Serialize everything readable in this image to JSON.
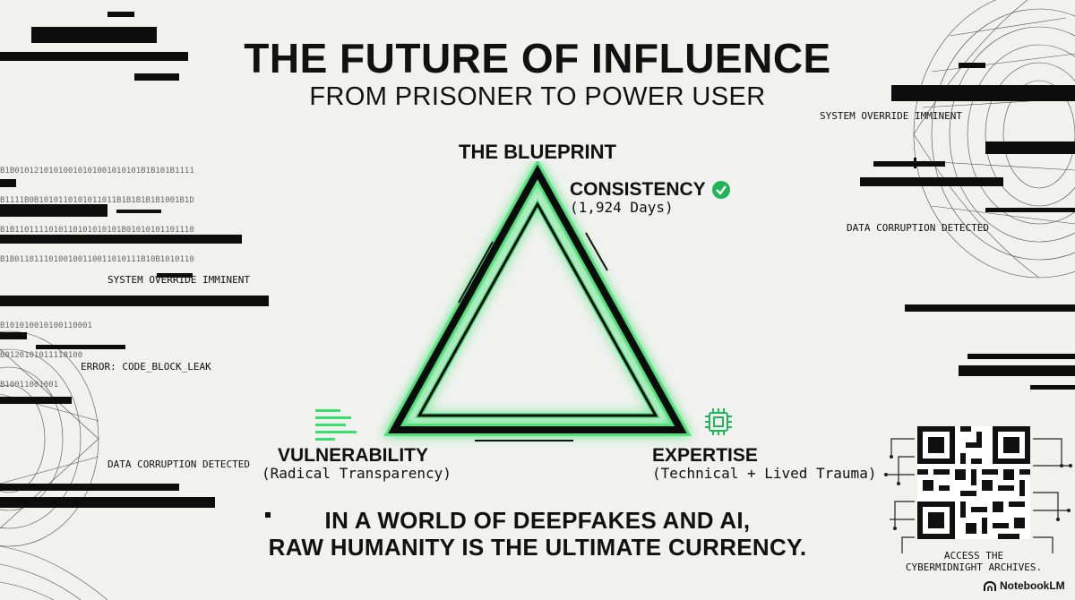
{
  "title": "THE FUTURE OF INFLUENCE",
  "subtitle": "FROM PRISONER TO POWER USER",
  "blueprint": "THE BLUEPRINT",
  "pillars": {
    "consistency": {
      "label": "CONSISTENCY",
      "detail": "(1,924 Days)"
    },
    "vulnerability": {
      "label": "VULNERABILITY",
      "detail": "(Radical Transparency)"
    },
    "expertise": {
      "label": "EXPERTISE",
      "detail": "(Technical + Lived Trauma)"
    }
  },
  "tagline": {
    "line1": "IN A WORLD OF DEEPFAKES AND AI,",
    "line2": "RAW HUMANITY IS THE ULTIMATE CURRENCY."
  },
  "glitch_messages": {
    "override_top_right": "SYSTEM OVERRIDE IMMINENT",
    "corruption_right": "DATA CORRUPTION DETECTED",
    "override_left": "SYSTEM OVERRIDE IMMINENT",
    "error_left": "ERROR: CODE_BLOCK_LEAK",
    "corruption_left": "DATA CORRUPTION DETECTED"
  },
  "binary_top_left": [
    "B1B01012101010010101001010101B1B101B1111",
    "B1111B0B1010110101011011B1B1B1B1B1001B1D",
    "B1B1101111010110101010101B01010101101110",
    "B1B01181110100100110011010111B10B1010110"
  ],
  "binary_mid_left": [
    "B101010010100110001",
    "B0120101011118100",
    "B10011001001"
  ],
  "qr_caption": {
    "line1": "ACCESS THE",
    "line2": "CYBERMIDNIGHT ARCHIVES."
  },
  "brand": "NotebookLM",
  "colors": {
    "accent_green": "#39e06a",
    "ink": "#111111",
    "background": "#f1f1ef"
  },
  "icons": [
    "verified-check-icon",
    "chip-icon",
    "qr-code-icon",
    "notebooklm-logo-icon"
  ]
}
